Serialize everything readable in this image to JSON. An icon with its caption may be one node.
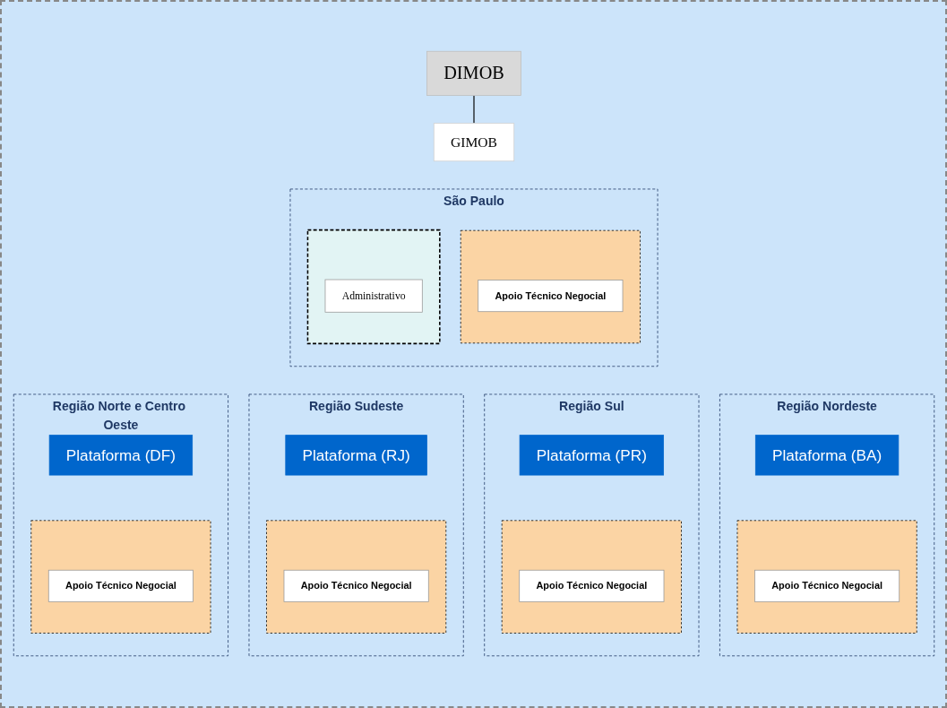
{
  "diagram": {
    "nodes": [
      {
        "text": [
          "DIMOB"
        ]
      },
      {
        "text": [
          "GIMOB"
        ]
      },
      {
        "text": [
          "São Paulo"
        ]
      },
      {
        "text": [],
        "shape": "box",
        "in": 2
      },
      {
        "text": [
          "Apoio Técnico Negocial"
        ],
        "in": 3
      },
      {
        "text": [],
        "shape": "box",
        "in": 2
      },
      {
        "text": [
          "Administrativo"
        ],
        "in": 5
      },
      {
        "text": [
          "Região Norte e Centro Oeste"
        ]
      },
      {
        "text": [
          "Plataforma (DF)"
        ],
        "in": 7
      },
      {
        "text": [],
        "shape": "box",
        "in": 7
      },
      {
        "text": [
          "Apoio Técnico Negocial"
        ],
        "in": 9
      },
      {
        "text": [
          "Região Sudeste"
        ]
      },
      {
        "text": [
          "Plataforma (RJ)"
        ],
        "in": 11
      },
      {
        "text": [],
        "shape": "box",
        "in": 11
      },
      {
        "text": [
          "Apoio Técnico Negocial"
        ],
        "in": 13
      },
      {
        "text": [
          "Região Sul"
        ]
      },
      {
        "text": [
          "Plataforma (PR)"
        ],
        "in": 15
      },
      {
        "text": [],
        "shape": "box",
        "in": 15
      },
      {
        "text": [
          "Apoio Técnico Negocial"
        ],
        "in": 17
      },
      {
        "text": [
          "Região Nordeste"
        ]
      },
      {
        "text": [
          "Plataforma (BA)"
        ],
        "in": 19
      },
      {
        "text": [],
        "shape": "box",
        "in": 19
      },
      {
        "text": [
          "Apoio Técnico Negocial"
        ],
        "in": 21
      }
    ],
    "edges": [
      {
        "from": 0,
        "to": 1,
        "arrow": "none"
      }
    ]
  }
}
